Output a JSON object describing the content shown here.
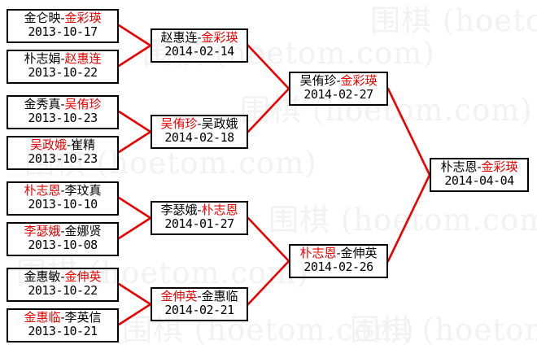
{
  "meta": {
    "watermark_text": "围棋 (hoetom.com)",
    "watermark_color": "#f2f2f2",
    "winner_color": "#ee0000",
    "loser_color": "#000000",
    "line_color": "#ee0000",
    "border_color": "#000000",
    "background": "#ffffff"
  },
  "rounds": [
    {
      "name": "round-1",
      "matches": [
        {
          "left": "金仑映",
          "right": "金彩瑛",
          "winner": "right",
          "date": "2013-10-17"
        },
        {
          "left": "朴志娟",
          "right": "赵惠连",
          "winner": "right",
          "date": "2013-10-22"
        },
        {
          "left": "金秀真",
          "right": "吴侑珍",
          "winner": "right",
          "date": "2013-10-23"
        },
        {
          "left": "吴政娥",
          "right": "崔精",
          "winner": "left",
          "date": "2013-10-23"
        },
        {
          "left": "朴志恩",
          "right": "李玟真",
          "winner": "left",
          "date": "2013-10-10"
        },
        {
          "left": "李瑟娥",
          "right": "金娜贤",
          "winner": "left",
          "date": "2013-10-08"
        },
        {
          "left": "金惠敏",
          "right": "金伸英",
          "winner": "right",
          "date": "2013-10-22"
        },
        {
          "left": "金惠临",
          "right": "李英信",
          "winner": "left",
          "date": "2013-10-21"
        }
      ]
    },
    {
      "name": "round-2",
      "matches": [
        {
          "left": "赵惠连",
          "right": "金彩瑛",
          "winner": "right",
          "date": "2014-02-14"
        },
        {
          "left": "吴侑珍",
          "right": "吴政娥",
          "winner": "left",
          "date": "2014-02-18"
        },
        {
          "left": "李瑟娥",
          "right": "朴志恩",
          "winner": "right",
          "date": "2014-01-27"
        },
        {
          "left": "金伸英",
          "right": "金惠临",
          "winner": "left",
          "date": "2014-02-21"
        }
      ]
    },
    {
      "name": "semi-final",
      "matches": [
        {
          "left": "吴侑珍",
          "right": "金彩瑛",
          "winner": "right",
          "date": "2014-02-27"
        },
        {
          "left": "朴志恩",
          "right": "金伸英",
          "winner": "left",
          "date": "2014-02-26"
        }
      ]
    },
    {
      "name": "final",
      "matches": [
        {
          "left": "朴志恩",
          "right": "金彩瑛",
          "winner": "right",
          "date": "2014-04-04"
        }
      ]
    }
  ],
  "separator": "-"
}
